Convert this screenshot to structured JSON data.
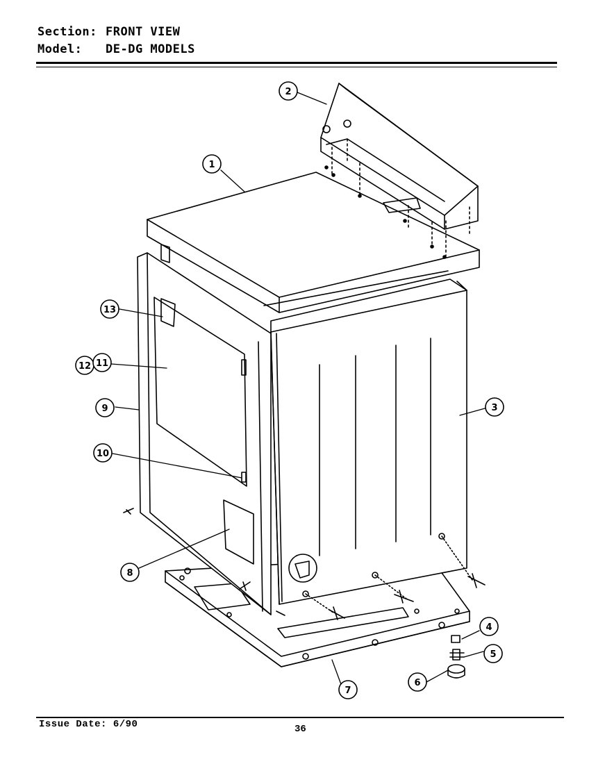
{
  "header": {
    "section_label": "Section:",
    "section_value": "FRONT VIEW",
    "model_label": "Model:",
    "model_value": "DE-DG MODELS"
  },
  "footer": {
    "issue_date": "Issue Date: 6/90",
    "page_number": "36"
  },
  "callouts": {
    "c1": "1",
    "c2": "2",
    "c3": "3",
    "c4": "4",
    "c5": "5",
    "c6": "6",
    "c7": "7",
    "c8": "8",
    "c9": "9",
    "c10": "10",
    "c11": "11",
    "c12": "12",
    "c13": "13"
  }
}
